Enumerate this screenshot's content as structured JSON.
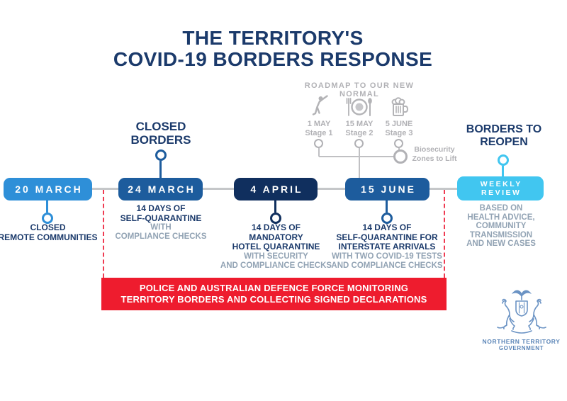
{
  "title": {
    "line1": "THE TERRITORY'S",
    "line2": "COVID-19 BORDERS RESPONSE"
  },
  "roadmap": {
    "heading": "ROADMAP TO OUR NEW NORMAL",
    "stages": [
      {
        "icon": "golfer-icon",
        "date": "1 MAY",
        "stage": "Stage 1"
      },
      {
        "icon": "cutlery-plate-icon",
        "date": "15 MAY",
        "stage": "Stage 2"
      },
      {
        "icon": "beer-mug-icon",
        "date": "5 JUNE",
        "stage": "Stage 3"
      }
    ],
    "biosecurity_note": {
      "line1": "Biosecurity",
      "line2": "Zones to Lift"
    }
  },
  "labels": {
    "closed_borders": {
      "line1": "CLOSED",
      "line2": "BORDERS"
    },
    "borders_to_reopen": {
      "line1": "BORDERS TO",
      "line2": "REOPEN"
    }
  },
  "timeline": {
    "events": [
      {
        "date": "20 MARCH",
        "description_bold": [
          "CLOSED",
          "REMOTE COMMUNITIES"
        ],
        "description_gray": []
      },
      {
        "date": "24 MARCH",
        "description_bold": [
          "14 DAYS OF",
          "SELF-QUARANTINE"
        ],
        "description_gray": [
          "WITH",
          "COMPLIANCE CHECKS"
        ]
      },
      {
        "date": "4 APRIL",
        "description_bold": [
          "14 DAYS OF",
          "MANDATORY",
          "HOTEL QUARANTINE"
        ],
        "description_gray": [
          "WITH SECURITY",
          "AND COMPLIANCE CHECKS"
        ]
      },
      {
        "date": "15 JUNE",
        "description_bold": [
          "14 DAYS OF",
          "SELF-QUARANTINE FOR",
          "INTERSTATE ARRIVALS"
        ],
        "description_gray": [
          "WITH TWO COVID-19 TESTS",
          "AND COMPLIANCE CHECKS"
        ]
      },
      {
        "date": "WEEKLY REVIEW",
        "date_line1": "WEEKLY",
        "date_line2": "REVIEW",
        "description_bold": [],
        "description_gray": [
          "BASED ON",
          "HEALTH ADVICE,",
          "COMMUNITY",
          "TRANSMISSION",
          "AND NEW CASES"
        ]
      }
    ]
  },
  "banner": {
    "line1": "POLICE AND AUSTRALIAN DEFENCE FORCE MONITORING",
    "line2": "TERRITORY BORDERS AND COLLECTING SIGNED DECLARATIONS"
  },
  "logo": {
    "icon": "nt-coat-of-arms",
    "org_line1": "NORTHERN TERRITORY",
    "org_line2": "GOVERNMENT"
  },
  "colors": {
    "navy_text": "#1b3a6b",
    "pill_bright_blue": "#2e8fd8",
    "pill_medium_blue": "#1d5c9d",
    "pill_dark_navy": "#102f5e",
    "pill_cyan": "#41c6f0",
    "gray_text": "#92a3b4",
    "roadmap_gray": "#b1b1b5",
    "timeline_gray": "#c5c7c9",
    "banner_red": "#ee1c2e",
    "dash_red": "#ef3b52",
    "logo_blue": "#5c86b8"
  }
}
